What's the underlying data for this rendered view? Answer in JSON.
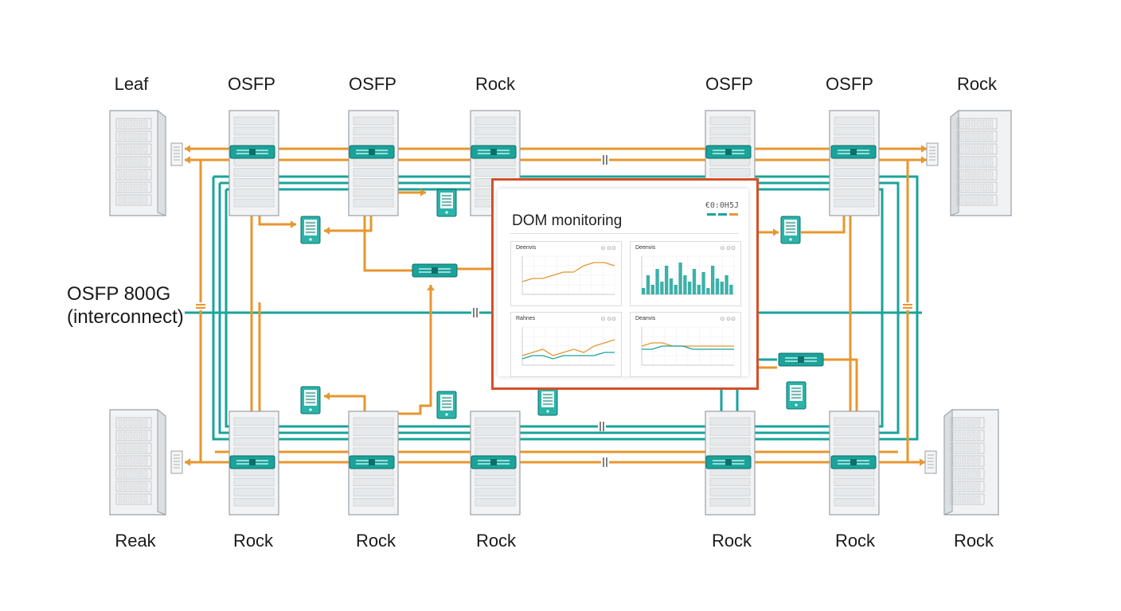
{
  "labels": {
    "top": [
      "Leaf",
      "OSFP",
      "OSFP",
      "Rock",
      "OSFP",
      "OSFP",
      "Rock"
    ],
    "bottom": [
      "Reak",
      "Rock",
      "Rock",
      "Rock",
      "Rock",
      "Rock",
      "Rock"
    ],
    "interconnect_line1": "OSFP 800G",
    "interconnect_line2": "(interconnect)"
  },
  "monitoring": {
    "title": "DOM monitoring",
    "badge": "€0:0H5J",
    "charts": [
      {
        "title": "Deenvis",
        "menu": "⊙ ⊙⊙",
        "type": "line",
        "series": [
          {
            "color": "#e8962e",
            "values": [
              4,
              5,
              5,
              6,
              7,
              7,
              9,
              10,
              10,
              9
            ]
          }
        ]
      },
      {
        "title": "Deenvis",
        "menu": "⊙ ⊙⊙",
        "type": "area",
        "series": [
          {
            "color": "#1aa39a",
            "values": [
              2,
              6,
              3,
              8,
              4,
              9,
              5,
              3,
              10,
              6,
              4,
              8,
              3,
              7,
              2,
              9,
              5,
              4,
              6,
              3
            ]
          }
        ]
      },
      {
        "title": "Rahnes",
        "menu": "⊙ ⊙⊙",
        "type": "line",
        "series": [
          {
            "color": "#e8962e",
            "values": [
              3,
              4,
              5,
              3,
              4,
              5,
              4,
              6,
              7,
              8
            ]
          },
          {
            "color": "#1aa39a",
            "values": [
              2,
              3,
              3,
              2,
              3,
              3,
              3,
              3,
              4,
              4
            ]
          }
        ]
      },
      {
        "title": "Deanvis",
        "menu": "⊙ ⊙⊙",
        "type": "line",
        "series": [
          {
            "color": "#e8962e",
            "values": [
              6,
              7,
              7,
              6,
              6,
              6,
              6,
              6,
              6,
              6
            ]
          },
          {
            "color": "#1aa39a",
            "values": [
              5,
              5,
              6,
              6,
              6,
              5,
              5,
              5,
              5,
              5
            ]
          }
        ]
      }
    ]
  },
  "colors": {
    "orange": "#e8962e",
    "teal": "#1aa39a",
    "panel_border": "#d4502a"
  }
}
